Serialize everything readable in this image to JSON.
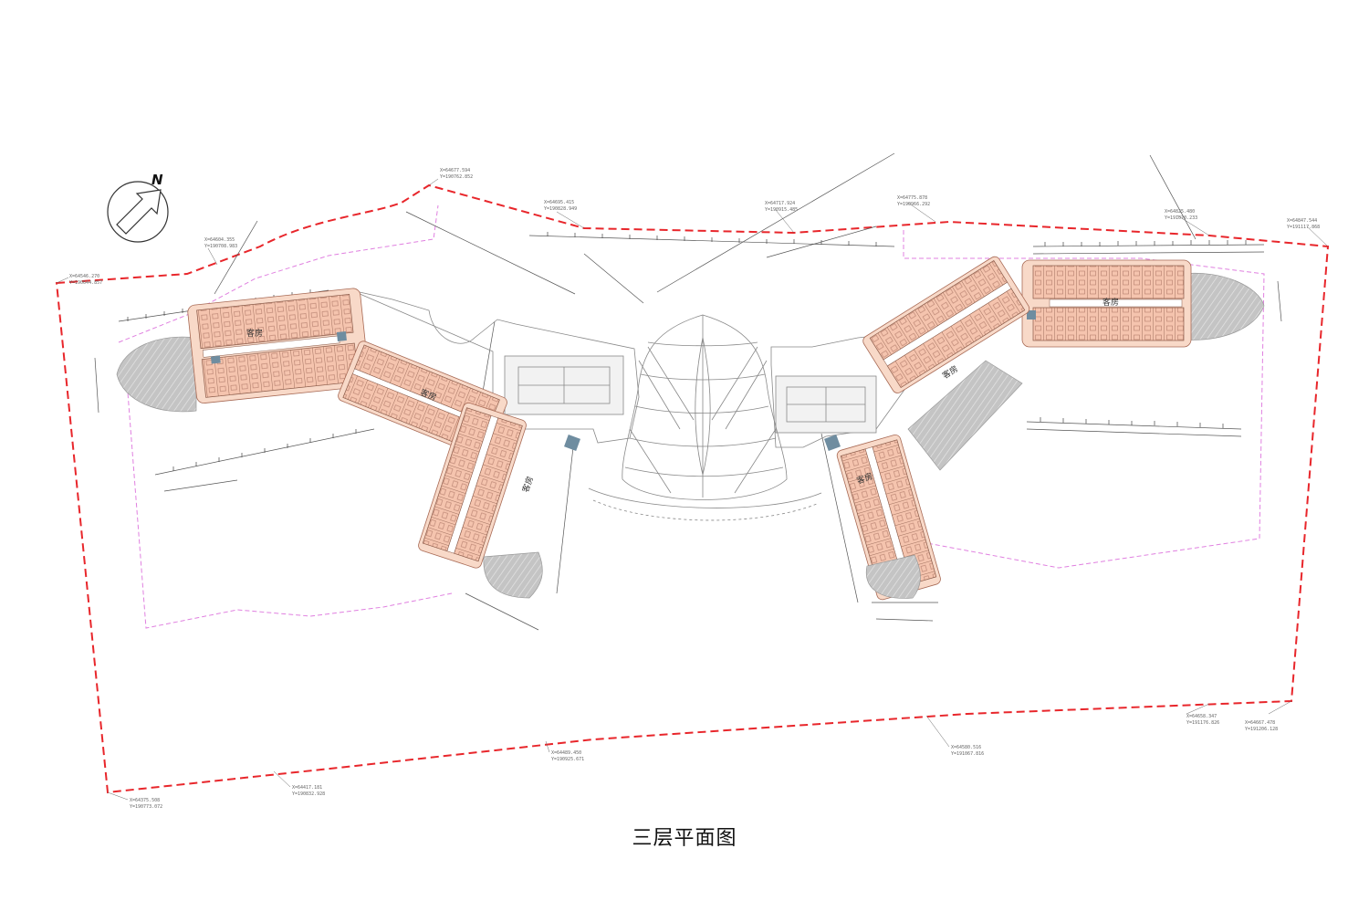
{
  "drawing": {
    "title": "三层平面图",
    "north_label": "N",
    "room_label": "客房",
    "colors": {
      "boundary": "#e8262b",
      "setback": "#e080e0",
      "guestroom": "#f5c4ae",
      "corridor": "#f8d9c8",
      "core": "#6f8da0",
      "roof": "#bbbbbb",
      "line": "#888888"
    }
  },
  "coordinates": [
    {
      "x": "X=64546.270",
      "y": "Y=190644.857"
    },
    {
      "x": "X=64604.355",
      "y": "Y=190708.983"
    },
    {
      "x": "X=64677.594",
      "y": "Y=190762.852"
    },
    {
      "x": "X=64695.415",
      "y": "Y=190828.949"
    },
    {
      "x": "X=64717.924",
      "y": "Y=190915.485"
    },
    {
      "x": "X=64775.878",
      "y": "Y=190966.292"
    },
    {
      "x": "X=64825.480",
      "y": "Y=191070.233"
    },
    {
      "x": "X=64847.544",
      "y": "Y=191117.868"
    },
    {
      "x": "X=64375.508",
      "y": "Y=190773.072"
    },
    {
      "x": "X=64417.181",
      "y": "Y=190832.928"
    },
    {
      "x": "X=64489.450",
      "y": "Y=190925.671"
    },
    {
      "x": "X=64580.516",
      "y": "Y=191067.816"
    },
    {
      "x": "X=64658.347",
      "y": "Y=191176.826"
    },
    {
      "x": "X=64667.478",
      "y": "Y=191206.128"
    }
  ]
}
